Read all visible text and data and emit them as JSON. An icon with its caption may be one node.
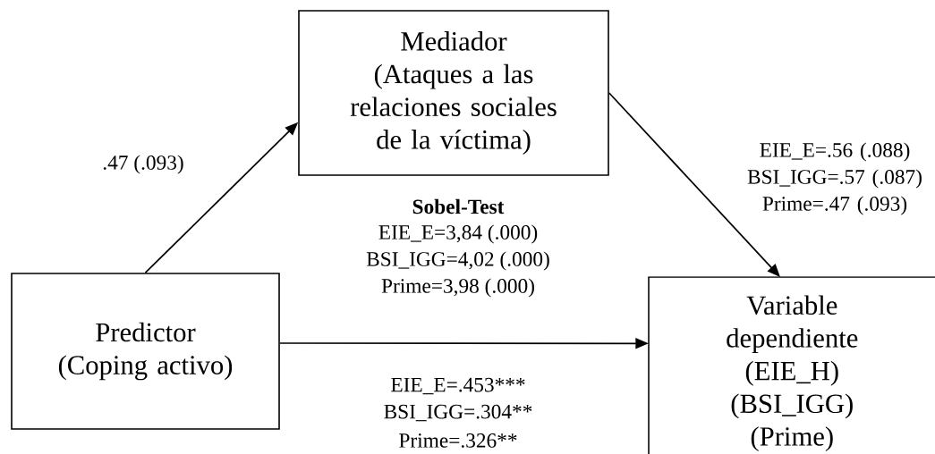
{
  "diagram": {
    "nodes": [
      {
        "text": [
          "Mediador",
          "(Ataques a las relaciones sociales de la víctima)"
        ]
      },
      {
        "text": [
          "Predictor",
          "(Coping activo)"
        ]
      },
      {
        "text": [
          "Variable dependiente",
          "(EIE_H)",
          "(BSI_IGG)",
          "(Prime)"
        ]
      }
    ],
    "edges": [
      {
        "from": 1,
        "to": 0,
        "arrow": "to",
        "label": ".47 (.093)"
      },
      {
        "from": 0,
        "to": 2,
        "arrow": "to",
        "label": "EIE_E=.56 (.088) BSI_IGG=.57 (.087) Prime=.47 (.093)"
      },
      {
        "from": 1,
        "to": 2,
        "arrow": "to"
      }
    ],
    "labels": [
      "Sobel-Test",
      "EIE_E=3,84 (.000)",
      "BSI_IGG=4,02 (.000)",
      "Prime=3,98 (.000)",
      "EIE_E=.453***",
      "BSI_IGG=.304**",
      "Prime=.326**"
    ]
  }
}
